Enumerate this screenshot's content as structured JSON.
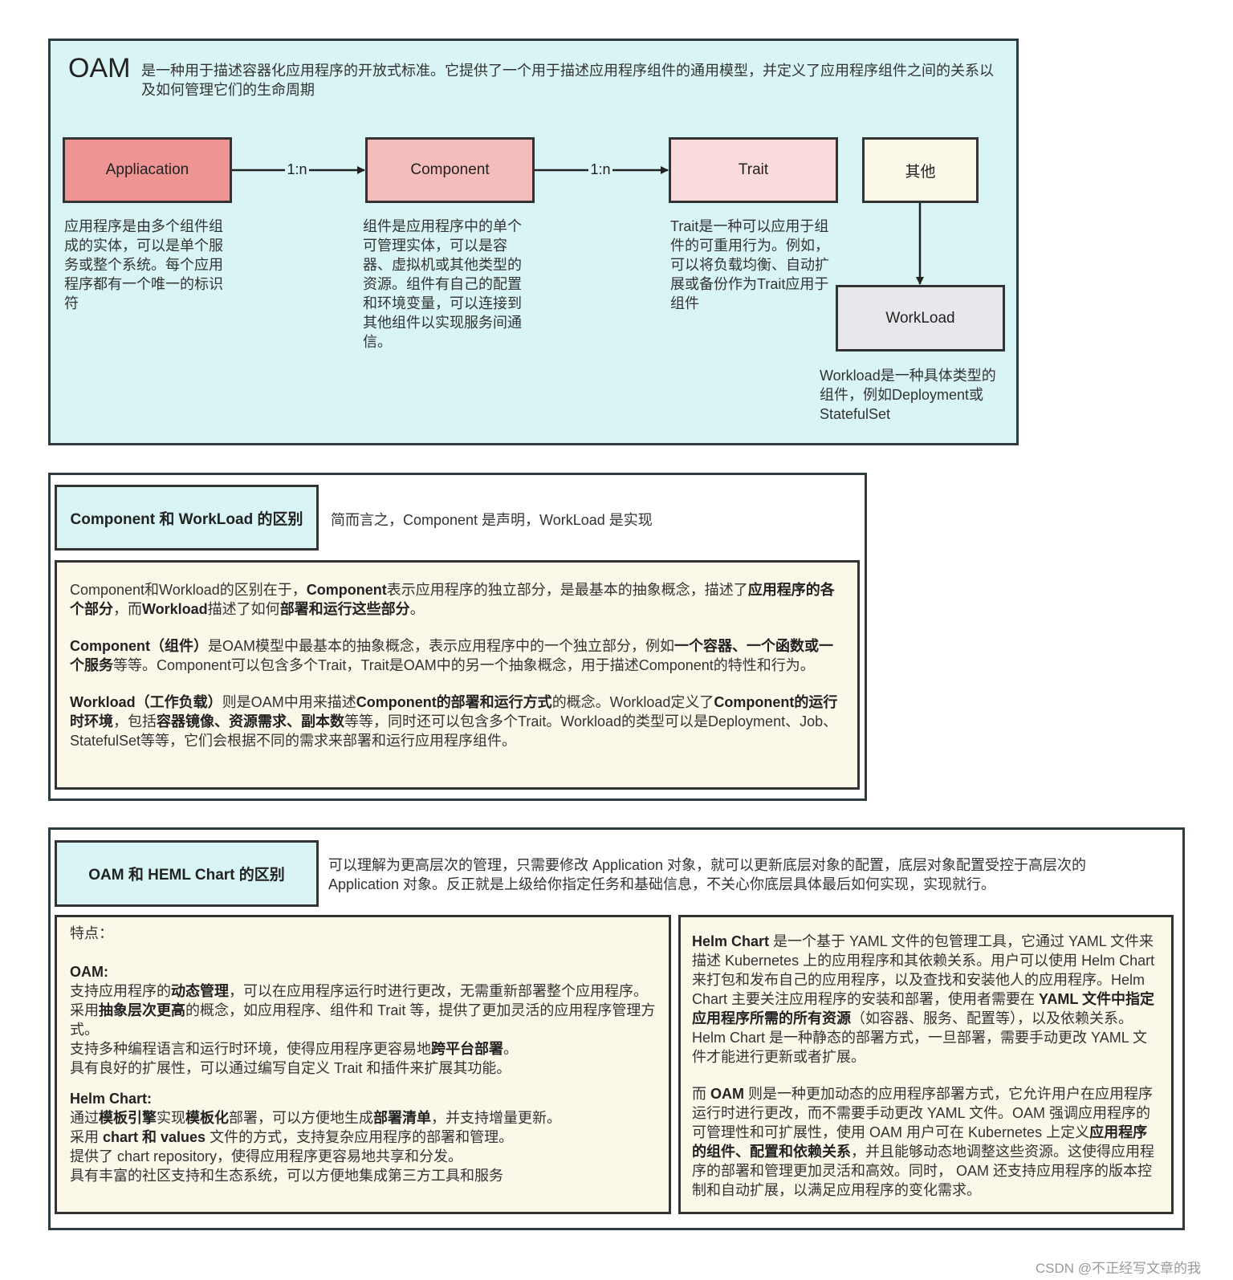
{
  "oam": {
    "title": "OAM",
    "intro": "是一种用于描述容器化应用程序的开放式标准。它提供了一个用于描述应用程序组件的通用模型，并定义了应用程序组件之间的关系以及如何管理它们的生命周期",
    "nodes": {
      "application": "Appliacation",
      "component": "Component",
      "trait": "Trait",
      "other": "其他",
      "workload": "WorkLoad"
    },
    "edges": {
      "app_to_component": "1:n",
      "component_to_trait": "1:n"
    },
    "descriptions": {
      "application": "应用程序是由多个组件组成的实体，可以是单个服务或整个系统。每个应用程序都有一个唯一的标识符",
      "component": "组件是应用程序中的单个可管理实体，可以是容器、虚拟机或其他类型的资源。组件有自己的配置和环境变量，可以连接到其他组件以实现服务间通信。",
      "trait": "Trait是一种可以应用于组件的可重用行为。例如，可以将负载均衡、自动扩展或备份作为Trait应用于组件",
      "workload": "Workload是一种具体类型的组件，例如Deployment或StatefulSet"
    },
    "colors": {
      "panel_bg": "#d9f4f4",
      "application": "#ee9594",
      "component": "#f4bcbb",
      "trait": "#fadbdb",
      "other": "#fbf8e9",
      "workload": "#e6e8eb"
    }
  },
  "cw": {
    "header": "Component 和 WorkLoad 的区别",
    "summary": "简而言之，Component 是声明，WorkLoad 是实现",
    "p1": {
      "a": "Component和Workload的区别在于，",
      "b": "Component",
      "c": "表示应用程序的独立部分，是最基本的抽象概念，描述了",
      "d": "应用程序的各个部分",
      "e": "，而",
      "f": "Workload",
      "g": "描述了如何",
      "h": "部署和运行这些部分",
      "i": "。"
    },
    "p2": {
      "a": "Component（组件）",
      "b": "是OAM模型中最基本的抽象概念，表示应用程序中的一个独立部分，例如",
      "c": "一个容器、一个函数或一个服务",
      "d": "等等。Component可以包含多个Trait，Trait是OAM中的另一个抽象概念，用于描述Component的特性和行为。"
    },
    "p3": {
      "a": "Workload（工作负载）",
      "b": "则是OAM中用来描述",
      "c": "Component的部署和运行方式",
      "d": "的概念。Workload定义了",
      "e": "Component的运行时环境",
      "f": "，包括",
      "g": "容器镜像、资源需求、副本数",
      "h": "等等，同时还可以包含多个Trait。Workload的类型可以是Deployment、Job、StatefulSet等等，它们会根据不同的需求来部署和运行应用程序组件。"
    }
  },
  "oh": {
    "header": "OAM 和 HEML Chart 的区别",
    "summary": "可以理解为更高层次的管理，只需要修改 Application 对象，就可以更新底层对象的配置，底层对象配置受控于高层次的 Application 对象。反正就是上级给你指定任务和基础信息，不关心你底层具体最后如何实现，实现就行。",
    "left": {
      "features_label": "特点：",
      "oam_label": "OAM:",
      "oam1": {
        "a": "支持应用程序的",
        "b": "动态管理",
        "c": "，可以在应用程序运行时进行更改，无需重新部署整个应用程序。"
      },
      "oam2": {
        "a": "采用",
        "b": "抽象层次更高",
        "c": "的概念，如应用程序、组件和 Trait 等，提供了更加灵活的应用程序管理方式。"
      },
      "oam3": {
        "a": "支持多种编程语言和运行时环境，使得应用程序更容易地",
        "b": "跨平台部署",
        "c": "。"
      },
      "oam4": "具有良好的扩展性，可以通过编写自定义 Trait 和插件来扩展其功能。",
      "helm_label": "Helm Chart:",
      "helm1": {
        "a": "通过",
        "b": "模板引擎",
        "c": "实现",
        "d": "模板化",
        "e": "部署，可以方便地生成",
        "f": "部署清单",
        "g": "，并支持增量更新。"
      },
      "helm2": {
        "a": "采用 ",
        "b": "chart 和 values",
        "c": " 文件的方式，支持复杂应用程序的部署和管理。"
      },
      "helm3": "提供了 chart repository，使得应用程序更容易地共享和分发。",
      "helm4": "具有丰富的社区支持和生态系统，可以方便地集成第三方工具和服务"
    },
    "right": {
      "p1": {
        "a": "Helm Chart",
        "b": " 是一个基于 YAML 文件的包管理工具，它通过 YAML 文件来描述 Kubernetes 上的应用程序和其依赖关系。用户可以使用 Helm Chart 来打包和发布自己的应用程序，以及查找和安装他人的应用程序。Helm Chart 主要关注应用程序的安装和部署，使用者需要在 ",
        "c": "YAML 文件中指定应用程序所需的所有资源",
        "d": "（如容器、服务、配置等），以及依赖关系。Helm Chart 是一种静态的部署方式，一旦部署，需要手动更改 YAML 文件才能进行更新或者扩展。"
      },
      "p2": {
        "a": "而 ",
        "b": "OAM",
        "c": " 则是一种更加动态的应用程序部署方式，它允许用户在应用程序运行时进行更改，而不需要手动更改 YAML 文件。OAM 强调应用程序的可管理性和可扩展性，使用 OAM 用户可在 Kubernetes 上定义",
        "d": "应用程序的组件、配置和依赖关系",
        "e": "，并且能够动态地调整这些资源。这使得应用程序的部署和管理更加灵活和高效。同时， OAM 还支持应用程序的版本控制和自动扩展，以满足应用程序的变化需求。"
      }
    }
  },
  "watermark": "CSDN @不正经写文章的我"
}
